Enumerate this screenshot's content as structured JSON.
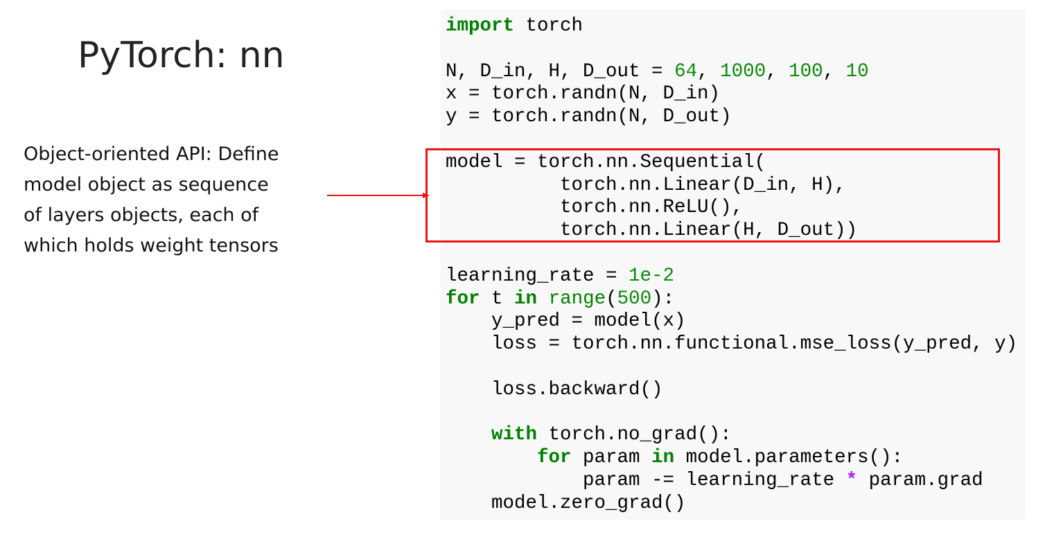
{
  "slide": {
    "title": "PyTorch: nn",
    "description_lines": [
      "Object-oriented API: Define",
      "model object as sequence",
      "of layers objects, each of",
      "which holds weight tensors"
    ]
  },
  "code": {
    "lines": [
      [
        {
          "t": "import",
          "c": "kw"
        },
        {
          "t": " torch"
        }
      ],
      [],
      [
        {
          "t": "N, D_in, H, D_out = "
        },
        {
          "t": "64",
          "c": "num"
        },
        {
          "t": ", "
        },
        {
          "t": "1000",
          "c": "num"
        },
        {
          "t": ", "
        },
        {
          "t": "100",
          "c": "num"
        },
        {
          "t": ", "
        },
        {
          "t": "10",
          "c": "num"
        }
      ],
      [
        {
          "t": "x = torch.randn(N, D_in)"
        }
      ],
      [
        {
          "t": "y = torch.randn(N, D_out)"
        }
      ],
      [],
      [
        {
          "t": "model = torch.nn.Sequential("
        }
      ],
      [
        {
          "t": "          torch.nn.Linear(D_in, H),"
        }
      ],
      [
        {
          "t": "          torch.nn.ReLU(),"
        }
      ],
      [
        {
          "t": "          torch.nn.Linear(H, D_out))"
        }
      ],
      [],
      [
        {
          "t": "learning_rate = "
        },
        {
          "t": "1e-2",
          "c": "num"
        }
      ],
      [
        {
          "t": "for",
          "c": "kw"
        },
        {
          "t": " t "
        },
        {
          "t": "in",
          "c": "kw"
        },
        {
          "t": " "
        },
        {
          "t": "range",
          "c": "bi"
        },
        {
          "t": "("
        },
        {
          "t": "500",
          "c": "num"
        },
        {
          "t": "):"
        }
      ],
      [
        {
          "t": "    y_pred = model(x)"
        }
      ],
      [
        {
          "t": "    loss = torch.nn.functional.mse_loss(y_pred, y)"
        }
      ],
      [],
      [
        {
          "t": "    loss.backward()"
        }
      ],
      [],
      [
        {
          "t": "    "
        },
        {
          "t": "with",
          "c": "kw"
        },
        {
          "t": " torch.no_grad():"
        }
      ],
      [
        {
          "t": "        "
        },
        {
          "t": "for",
          "c": "kw"
        },
        {
          "t": " param "
        },
        {
          "t": "in",
          "c": "kw"
        },
        {
          "t": " model.parameters():"
        }
      ],
      [
        {
          "t": "            param -= learning_rate "
        },
        {
          "t": "*",
          "c": "op"
        },
        {
          "t": " param.grad"
        }
      ],
      [
        {
          "t": "    model.zero_grad()"
        }
      ]
    ]
  },
  "colors": {
    "keyword": "#008000",
    "number": "#0a8a0a",
    "operator": "#aa22ff",
    "highlight_border": "#ee1111",
    "arrow": "#ee1111",
    "code_background": "#f8f8f8"
  }
}
